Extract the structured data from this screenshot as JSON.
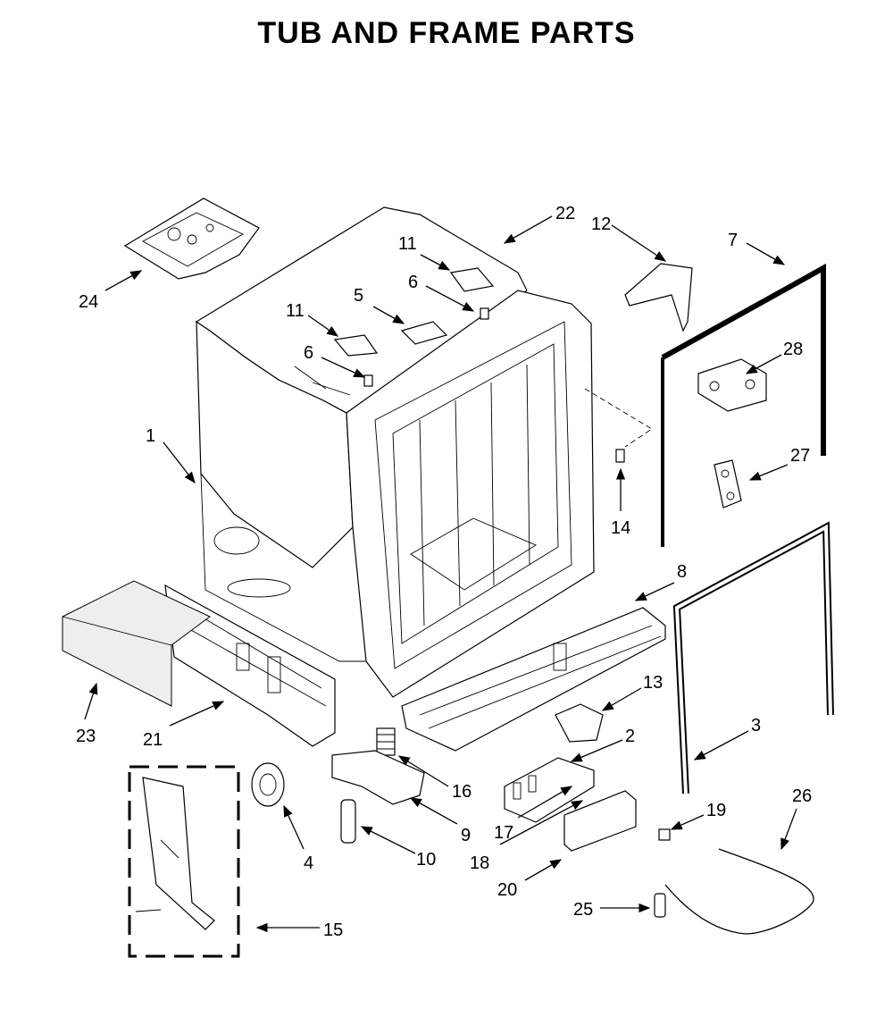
{
  "title": "TUB AND FRAME PARTS",
  "callouts": [
    "1",
    "2",
    "3",
    "4",
    "5",
    "6",
    "6",
    "7",
    "8",
    "9",
    "10",
    "11",
    "11",
    "12",
    "13",
    "14",
    "15",
    "16",
    "17",
    "18",
    "19",
    "20",
    "21",
    "22",
    "23",
    "24",
    "25",
    "26",
    "27",
    "28"
  ]
}
